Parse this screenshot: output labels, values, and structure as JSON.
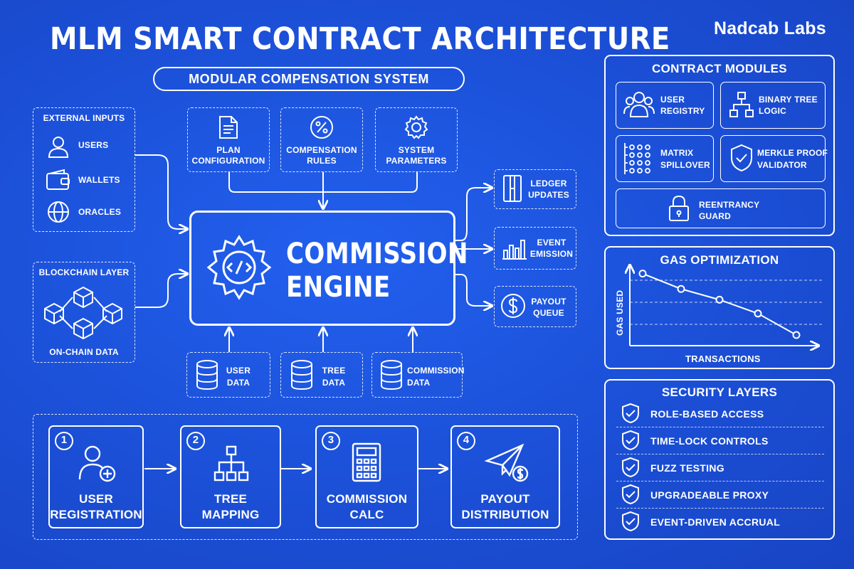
{
  "title": "MLM SMART CONTRACT ARCHITECTURE",
  "brand": "Nadcab Labs",
  "subtitle": "MODULAR COMPENSATION SYSTEM",
  "external_inputs": {
    "title": "EXTERNAL INPUTS",
    "items": [
      "USERS",
      "WALLETS",
      "ORACLES"
    ]
  },
  "blockchain_layer": {
    "title": "BLOCKCHAIN LAYER",
    "footer": "ON-CHAIN DATA"
  },
  "config": [
    {
      "l1": "PLAN",
      "l2": "CONFIGURATION"
    },
    {
      "l1": "COMPENSATION",
      "l2": "RULES"
    },
    {
      "l1": "SYSTEM",
      "l2": "PARAMETERS"
    }
  ],
  "engine": {
    "l1": "COMMISSION",
    "l2": "ENGINE"
  },
  "outputs": [
    {
      "l1": "LEDGER",
      "l2": "UPDATES"
    },
    {
      "l1": "EVENT",
      "l2": "EMISSION"
    },
    {
      "l1": "PAYOUT",
      "l2": "QUEUE"
    }
  ],
  "data_stores": [
    {
      "l1": "USER",
      "l2": "DATA"
    },
    {
      "l1": "TREE",
      "l2": "DATA"
    },
    {
      "l1": "COMMISSION",
      "l2": "DATA"
    }
  ],
  "steps": [
    {
      "num": "1",
      "l1": "USER",
      "l2": "REGISTRATION"
    },
    {
      "num": "2",
      "l1": "TREE",
      "l2": "MAPPING"
    },
    {
      "num": "3",
      "l1": "COMMISSION",
      "l2": "CALC"
    },
    {
      "num": "4",
      "l1": "PAYOUT",
      "l2": "DISTRIBUTION"
    }
  ],
  "contract_modules": {
    "title": "CONTRACT MODULES",
    "items": [
      {
        "l1": "USER",
        "l2": "REGISTRY"
      },
      {
        "l1": "BINARY TREE",
        "l2": "LOGIC"
      },
      {
        "l1": "MATRIX",
        "l2": "SPILLOVER"
      },
      {
        "l1": "MERKLE PROOF",
        "l2": "VALIDATOR"
      },
      {
        "l1": "REENTRANCY",
        "l2": "GUARD"
      }
    ]
  },
  "gas": {
    "title": "GAS OPTIMIZATION",
    "ylabel": "GAS USED",
    "xlabel": "TRANSACTIONS",
    "trend": [
      0.92,
      0.72,
      0.58,
      0.4,
      0.12
    ]
  },
  "security": {
    "title": "SECURITY LAYERS",
    "items": [
      "ROLE-BASED ACCESS",
      "TIME-LOCK CONTROLS",
      "FUZZ TESTING",
      "UPGRADEABLE PROXY",
      "EVENT-DRIVEN ACCRUAL"
    ]
  },
  "colors": {
    "background": "#1d4ed8",
    "line": "#ffffff"
  }
}
